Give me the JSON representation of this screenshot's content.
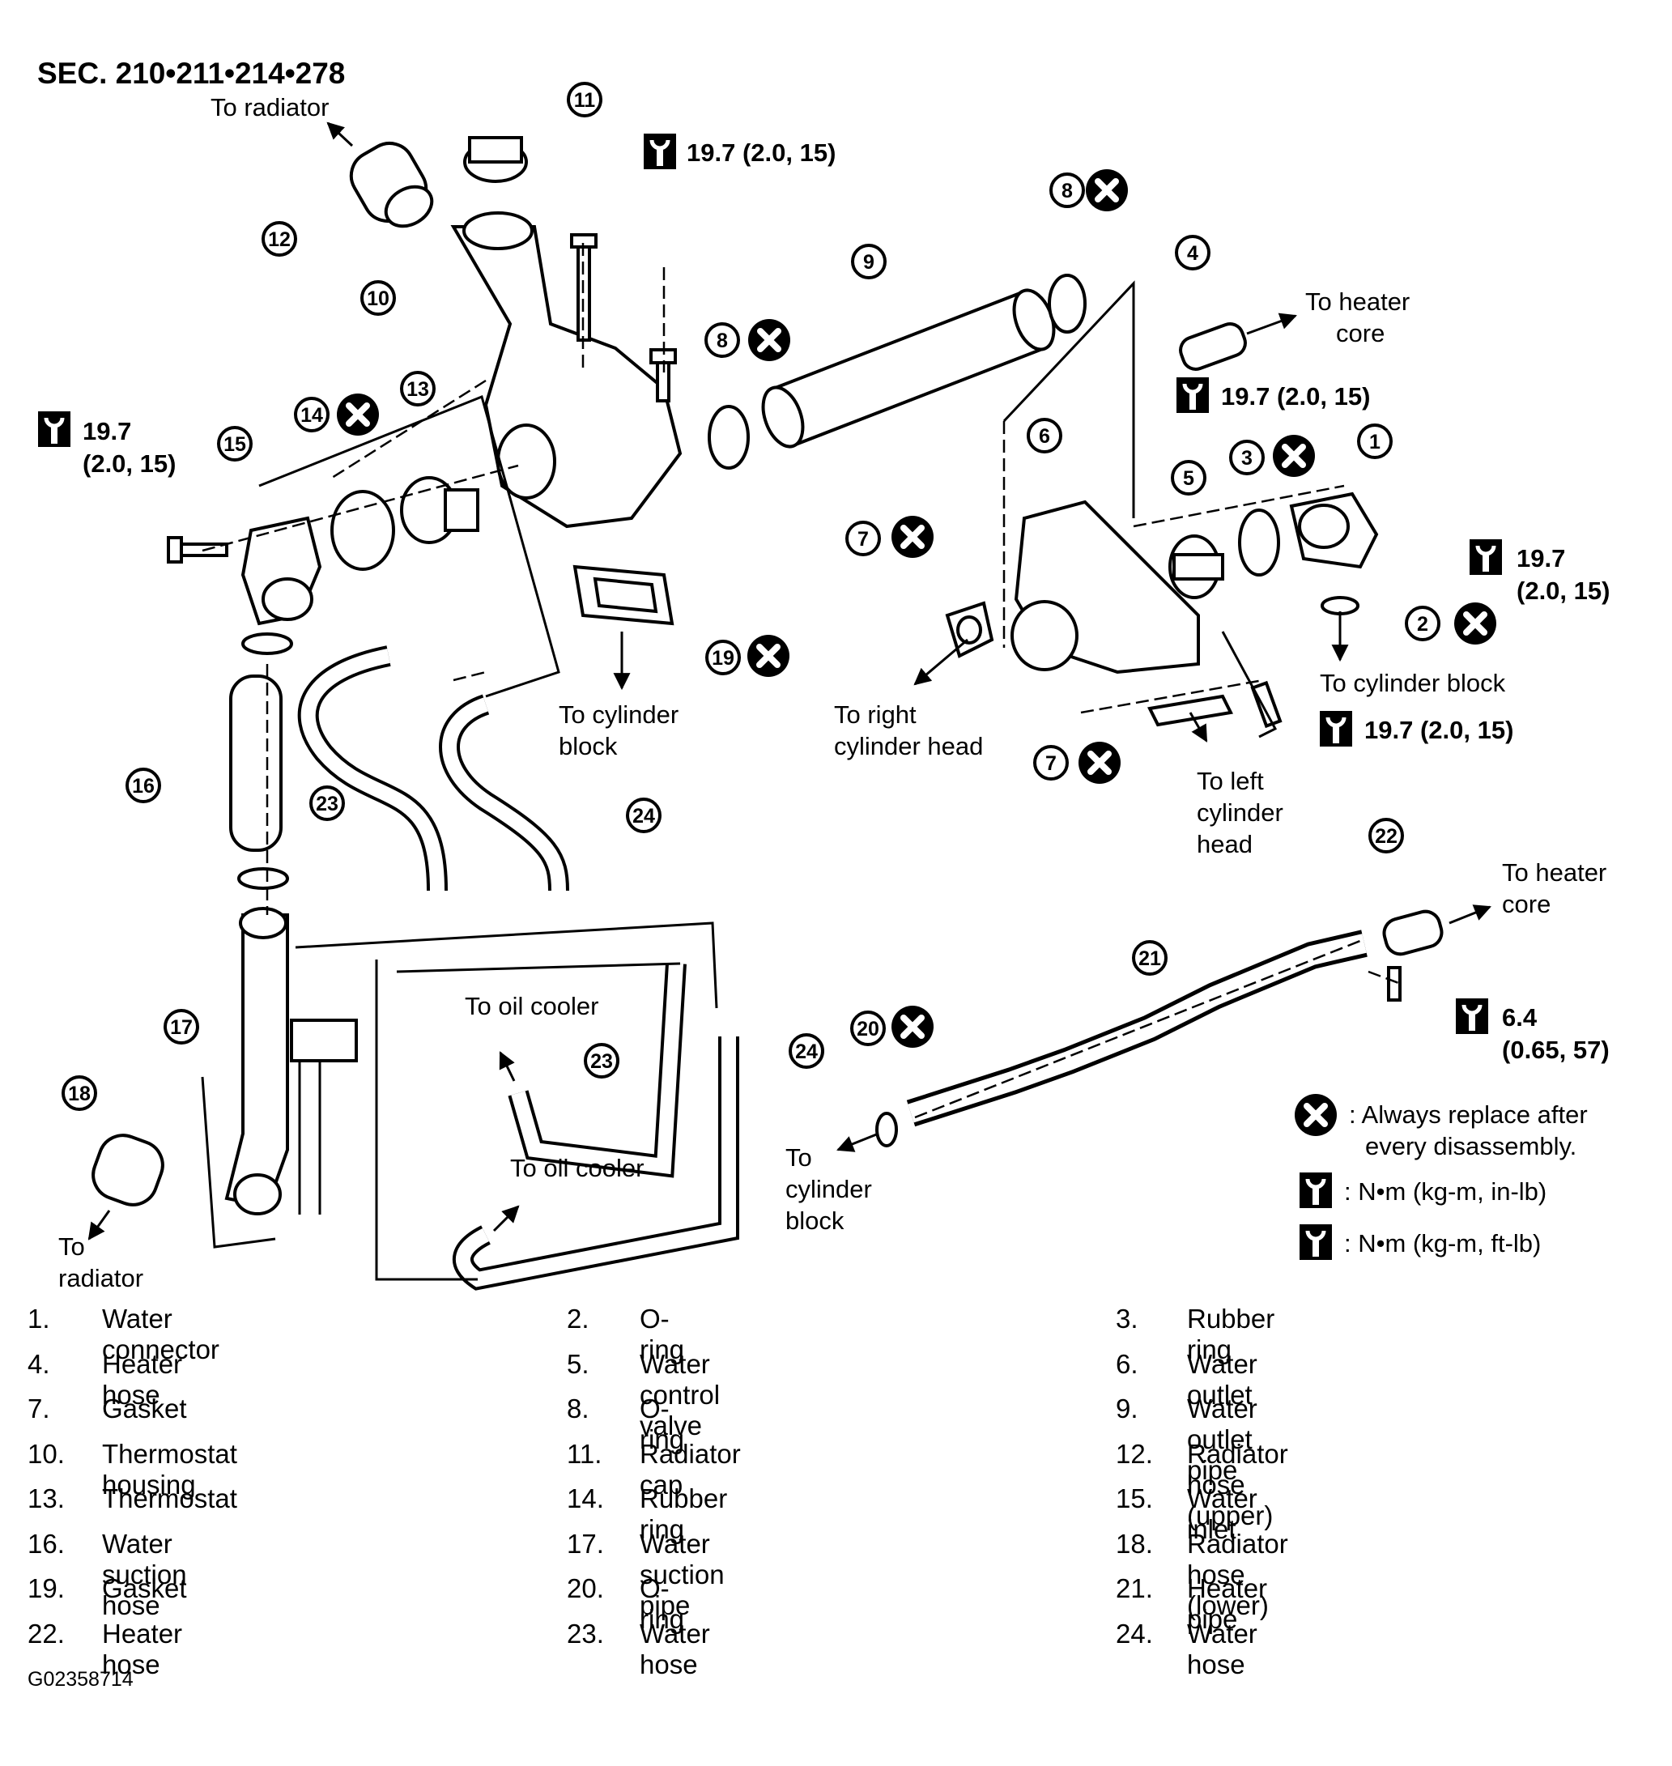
{
  "section_title": "SEC. 210•211•214•278",
  "figure_id": "G02358714",
  "labels": {
    "to_radiator_top": "To radiator",
    "to_heater_core_upper": [
      "To heater",
      "core"
    ],
    "to_cylinder_block_mid": [
      "To cylinder",
      "block"
    ],
    "to_right_cyl_head": [
      "To right",
      "cylinder head"
    ],
    "to_cylinder_block_right": "To cylinder block",
    "to_left_cyl_head": [
      "To left",
      "cylinder",
      "head"
    ],
    "to_heater_core_lower": [
      "To heater",
      "core"
    ],
    "to_oil_cooler_1": "To oil cooler",
    "to_oil_cooler_2": "To oil cooler",
    "to_cylinder_block_lower": [
      "To",
      "cylinder",
      "block"
    ],
    "to_radiator_bottom": [
      "To",
      "radiator"
    ]
  },
  "torques": {
    "t_top": "19.7 (2.0, 15)",
    "t_left_1": "19.7",
    "t_left_2": "(2.0, 15)",
    "t_water_outlet": "19.7 (2.0, 15)",
    "t_right_1": "19.7",
    "t_right_2": "(2.0, 15)",
    "t_left_head": "19.7 (2.0, 15)",
    "t_heater_1": "6.4",
    "t_heater_2": "(0.65, 57)"
  },
  "callouts": [
    "1",
    "2",
    "3",
    "4",
    "5",
    "6",
    "7",
    "7",
    "8",
    "8",
    "9",
    "10",
    "11",
    "12",
    "13",
    "14",
    "15",
    "16",
    "17",
    "18",
    "19",
    "20",
    "21",
    "22",
    "23",
    "23",
    "24",
    "24"
  ],
  "key": {
    "replace": ": Always replace after",
    "replace_2": "every disassembly.",
    "inlb": ":  N•m  (kg-m,  in-lb)",
    "ftlb": ":  N•m  (kg-m,  ft-lb)"
  },
  "parts": [
    {
      "no": "1.",
      "name": "Water connector"
    },
    {
      "no": "2.",
      "name": "O-ring"
    },
    {
      "no": "3.",
      "name": "Rubber ring"
    },
    {
      "no": "4.",
      "name": "Heater hose"
    },
    {
      "no": "5.",
      "name": "Water control valve"
    },
    {
      "no": "6.",
      "name": "Water outlet"
    },
    {
      "no": "7.",
      "name": "Gasket"
    },
    {
      "no": "8.",
      "name": "O-ring"
    },
    {
      "no": "9.",
      "name": "Water outlet pipe"
    },
    {
      "no": "10.",
      "name": "Thermostat housing"
    },
    {
      "no": "11.",
      "name": "Radiator cap"
    },
    {
      "no": "12.",
      "name": "Radiator hose (upper)"
    },
    {
      "no": "13.",
      "name": "Thermostat"
    },
    {
      "no": "14.",
      "name": "Rubber ring"
    },
    {
      "no": "15.",
      "name": "Water inlet"
    },
    {
      "no": "16.",
      "name": "Water suction hose"
    },
    {
      "no": "17.",
      "name": "Water suction pipe"
    },
    {
      "no": "18.",
      "name": "Radiator hose (lower)"
    },
    {
      "no": "19.",
      "name": "Gasket"
    },
    {
      "no": "20.",
      "name": "O-ring"
    },
    {
      "no": "21.",
      "name": "Heater pipe"
    },
    {
      "no": "22.",
      "name": "Heater hose"
    },
    {
      "no": "23.",
      "name": "Water hose"
    },
    {
      "no": "24.",
      "name": "Water hose"
    }
  ]
}
